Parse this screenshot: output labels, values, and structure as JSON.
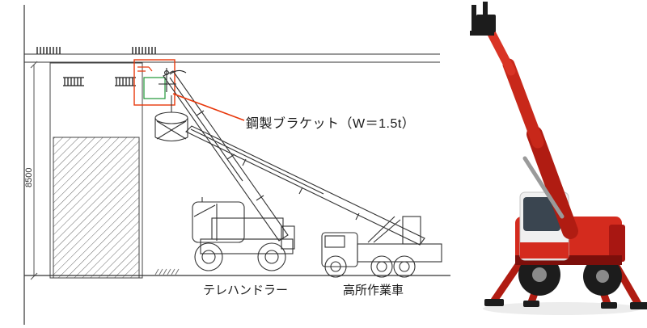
{
  "figure": {
    "dimension_label": "8500",
    "bracket_callout": "鋼製ブラケット（W＝1.5t）",
    "machine_labels": {
      "telehandler": "テレハンドラー",
      "aerial_platform": "高所作業車"
    }
  },
  "icons": {
    "hatched_column": "concrete-pier-hatch",
    "basket": "work-platform-basket",
    "bracket_highlight": "red-highlight-box"
  },
  "colors": {
    "callout_red": "#e8380c",
    "drawing_line": "#444444",
    "machine_red": "#d42b1e",
    "machine_dark_red": "#a81712"
  }
}
